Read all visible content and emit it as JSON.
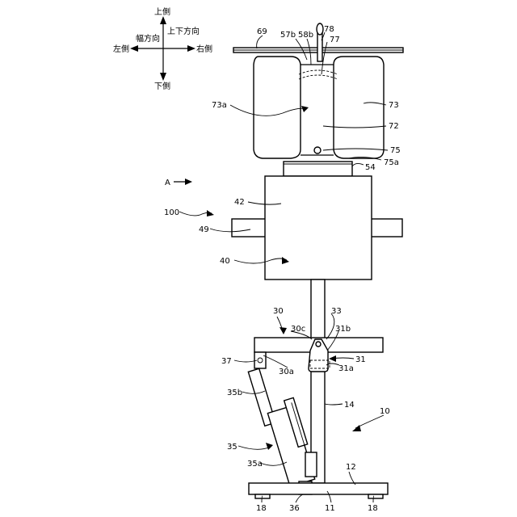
{
  "directions": {
    "up": "上側",
    "down": "下側",
    "left": "左側",
    "right": "右側",
    "width_direction": "幅方向",
    "updown_direction": "上下方向"
  },
  "arrow_a": "A",
  "labels": {
    "l69": "69",
    "l57b": "57b",
    "l58b": "58b",
    "l78": "78",
    "l77": "77",
    "l73a": "73a",
    "l73": "73",
    "l72": "72",
    "l75": "75",
    "l75a": "75a",
    "l54": "54",
    "l42": "42",
    "l100": "100",
    "l49": "49",
    "l40": "40",
    "l30": "30",
    "l33": "33",
    "l30c": "30c",
    "l31b": "31b",
    "l37": "37",
    "l31": "31",
    "l30a": "30a",
    "l31a": "31a",
    "l35b": "35b",
    "l14": "14",
    "l10": "10",
    "l35": "35",
    "l35a": "35a",
    "l12": "12",
    "l18a": "18",
    "l36": "36",
    "l11": "11",
    "l18b": "18"
  }
}
